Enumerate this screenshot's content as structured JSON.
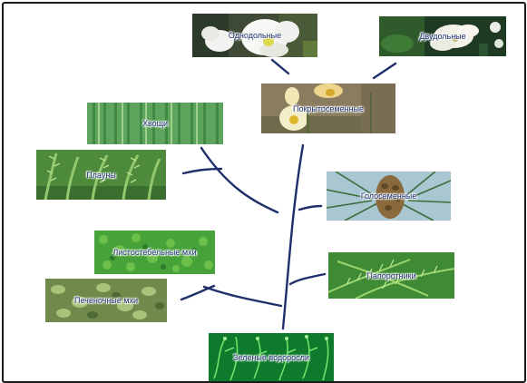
{
  "title": "",
  "nodes": {
    "odnodolnye": {
      "label": "Однодольные"
    },
    "dvudolnye": {
      "label": "Двудольные"
    },
    "pokrytosemennye": {
      "label": "Покрытосеменные"
    },
    "khvoshchi": {
      "label": "Хвощи"
    },
    "plauny": {
      "label": "Плауны"
    },
    "golosemennye": {
      "label": "Голосеменные"
    },
    "listostebelnye": {
      "label": "Листостебельные мхи"
    },
    "pechenochnye": {
      "label": "Печеночные мхи"
    },
    "paporotniki": {
      "label": "Папоротники"
    },
    "zelenye": {
      "label": "Зеленые водоросли"
    }
  },
  "colors": {
    "branch": "#1f2f6b",
    "label_text": "#1c2f6e"
  }
}
